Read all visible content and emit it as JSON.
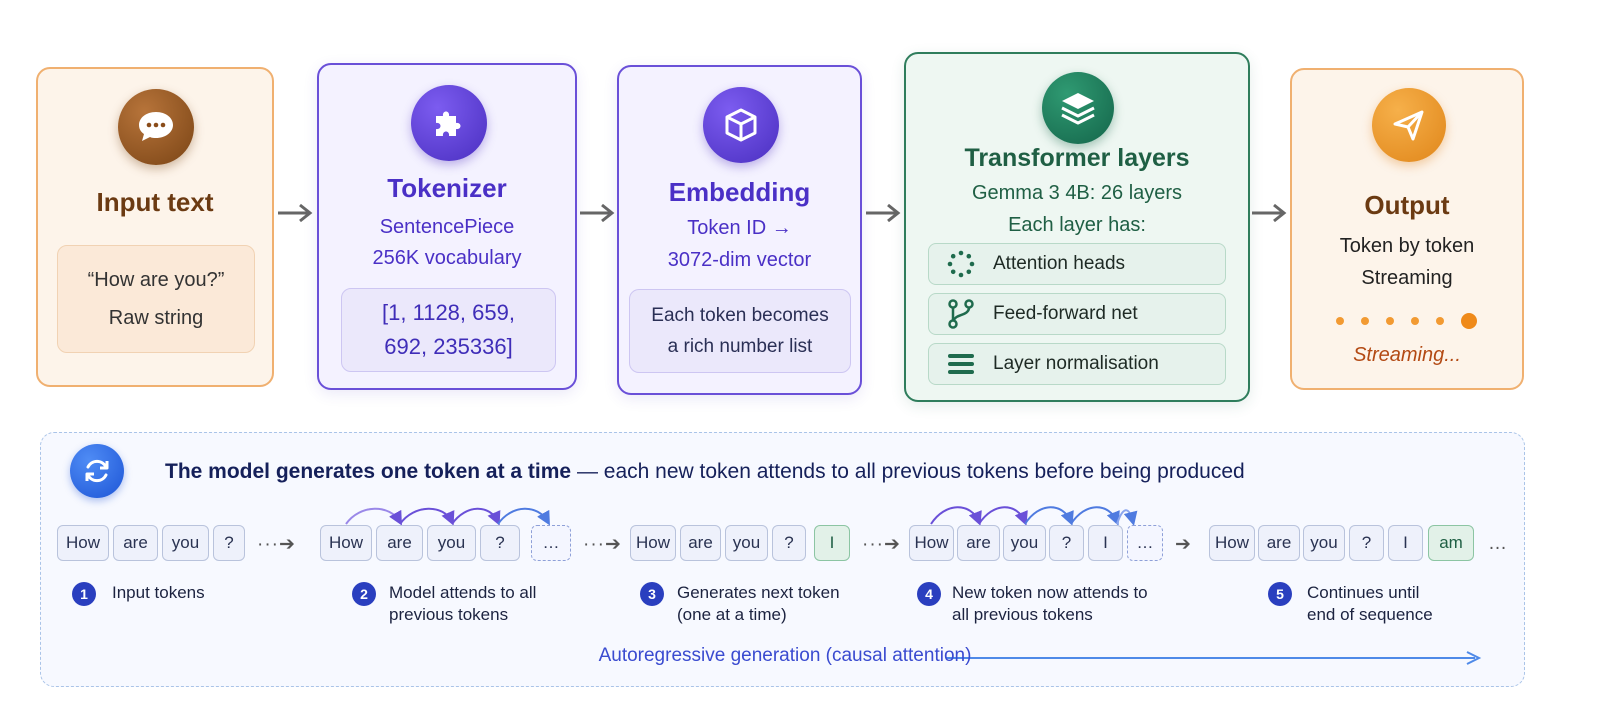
{
  "stages": {
    "input": {
      "title": "Input text",
      "quote": "“How are you?”",
      "caption": "Raw string"
    },
    "tokenizer": {
      "title": "Tokenizer",
      "line1": "SentencePiece",
      "line2": "256K vocabulary",
      "ids_line1": "[1, 1128, 659,",
      "ids_line2": "692, 235336]"
    },
    "embedding": {
      "title": "Embedding",
      "line1": "Token ID →",
      "line2": "3072-dim vector",
      "desc_line1": "Each token becomes",
      "desc_line2": "a rich number list"
    },
    "transformer": {
      "title": "Transformer layers",
      "line1": "Gemma 3 4B: 26 layers",
      "line2": "Each layer has:",
      "layers": [
        "Attention heads",
        "Feed-forward net",
        "Layer normalisation"
      ]
    },
    "output": {
      "title": "Output",
      "line1": "Token by token",
      "line2": "Streaming",
      "status": "Streaming..."
    }
  },
  "panel": {
    "headline_bold": "The model generates one token at a time",
    "headline_rest": " — each new token attends to all previous tokens before being produced",
    "groups": [
      {
        "tokens": [
          "How",
          "are",
          "you",
          "?"
        ]
      },
      {
        "tokens": [
          "How",
          "are",
          "you",
          "?",
          "…"
        ]
      },
      {
        "tokens": [
          "How",
          "are",
          "you",
          "?",
          "I"
        ]
      },
      {
        "tokens": [
          "How",
          "are",
          "you",
          "?",
          "I",
          "…"
        ]
      },
      {
        "tokens": [
          "How",
          "are",
          "you",
          "?",
          "I",
          "am"
        ]
      }
    ],
    "trailing": "…",
    "steps": [
      {
        "num": "1",
        "line1": "Input tokens",
        "line2": ""
      },
      {
        "num": "2",
        "line1": "Model attends to all",
        "line2": "previous tokens"
      },
      {
        "num": "3",
        "line1": "Generates next token",
        "line2": "(one at a time)"
      },
      {
        "num": "4",
        "line1": "New token now attends to",
        "line2": "all previous tokens"
      },
      {
        "num": "5",
        "line1": "Continues until",
        "line2": "end of sequence"
      }
    ],
    "footer": "Autoregressive generation (causal attention)"
  },
  "icons": {
    "input": "chat-bubble-icon",
    "tokenizer": "puzzle-piece-icon",
    "embedding": "cube-icon",
    "transformer": "layers-stack-icon",
    "output": "send-icon",
    "panel": "refresh-cycle-icon"
  },
  "colors": {
    "orange": "#f0b070",
    "purple": "#6a50d8",
    "green": "#2f7d5c",
    "blue": "#2a3fbf"
  }
}
